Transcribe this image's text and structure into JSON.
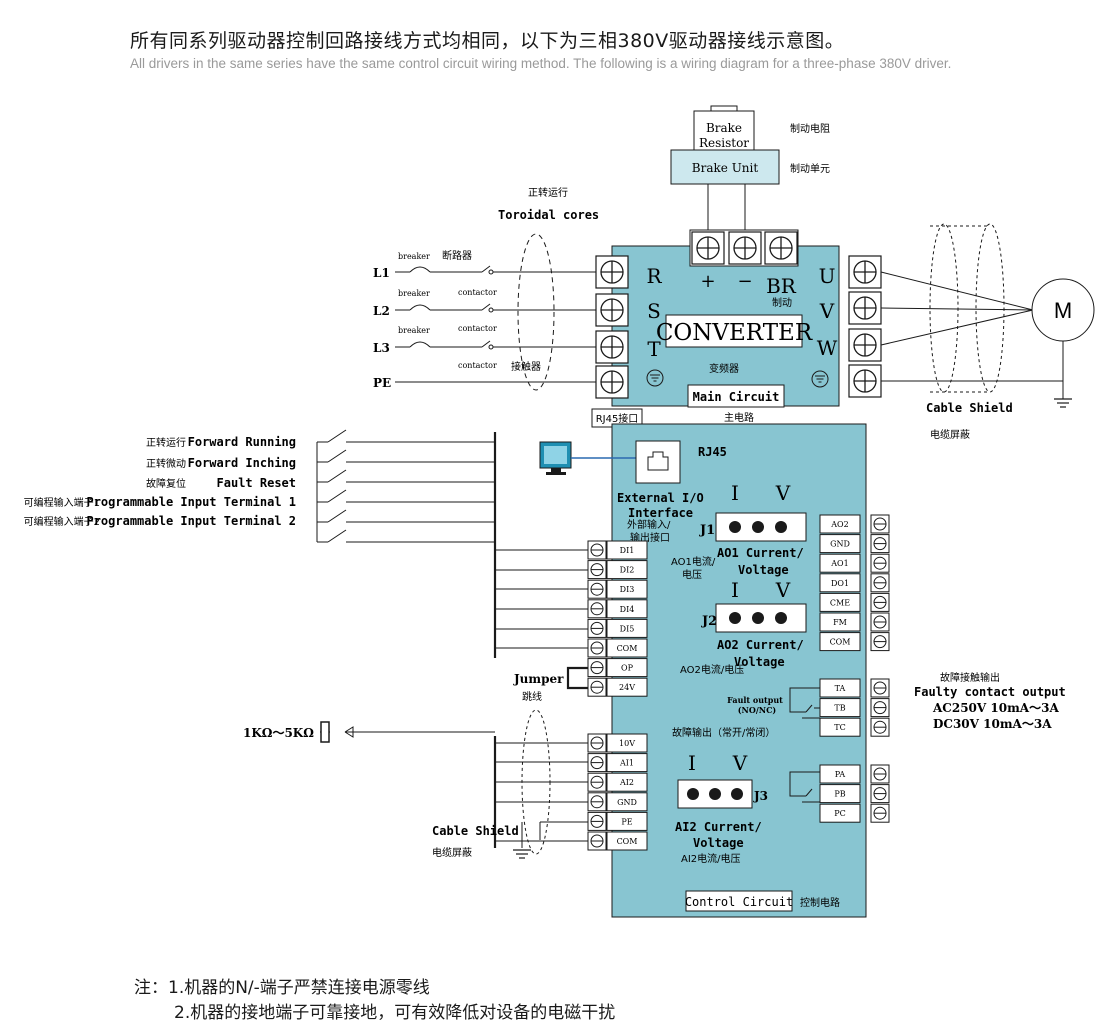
{
  "header": {
    "title_cn": "所有同系列驱动器控制回路接线方式均相同，以下为三相380V驱动器接线示意图。",
    "title_en": "All drivers in the same series have the same control circuit wiring method. The following is a wiring diagram for a three-phase 380V driver."
  },
  "brake": {
    "resistor_l1": "Brake",
    "resistor_l2": "Resistor",
    "resistor_cn": "制动电阻",
    "unit": "Brake Unit",
    "unit_cn": "制动单元"
  },
  "main": {
    "forward_cn": "正转运行",
    "toroidal": "Toroidal cores",
    "breaker_cn": "断路器",
    "breaker": "breaker",
    "contactor": "contactor",
    "contactor_cn": "接触器",
    "lines": [
      "L1",
      "L2",
      "L3",
      "PE"
    ],
    "rst": [
      "R",
      "S",
      "T"
    ],
    "plus": "+",
    "minus": "−",
    "br": "BR",
    "br_cn": "制动",
    "converter": "CONVERTER",
    "converter_cn": "变频器",
    "main_circuit": "Main Circuit",
    "main_circuit_cn": "主电路",
    "uvw": [
      "U",
      "V",
      "W"
    ],
    "motor": "M",
    "cable_shield": "Cable Shield",
    "cable_shield_cn": "电缆屏蔽",
    "rj45_port": "RJ45接口"
  },
  "inputs": {
    "items": [
      {
        "cn": "正转运行",
        "en": "Forward Running"
      },
      {
        "cn": "正转微动",
        "en": "Forward Inching"
      },
      {
        "cn": "故障复位",
        "en": "Fault Reset"
      },
      {
        "cn": "可编程输入端子1",
        "en": "Programmable Input Terminal 1"
      },
      {
        "cn": "可编程输入端子2",
        "en": "Programmable Input Terminal 2"
      }
    ],
    "jumper": "Jumper",
    "jumper_cn": "跳线",
    "pot": "1KΩ～5KΩ",
    "cable_shield": "Cable Shield",
    "cable_shield_cn": "电缆屏蔽"
  },
  "control": {
    "rj45": "RJ45",
    "ext_io_l1": "External I/O",
    "ext_io_l2": "Interface",
    "ext_io_cn_l1": "外部输入/",
    "ext_io_cn_l2": "输出接口",
    "I": "I",
    "V": "V",
    "j1": "J1",
    "j2": "J2",
    "j3": "J3",
    "ao1_l1": "AO1 Current/",
    "ao1_l2": "Voltage",
    "ao1_cn_l1": "AO1电流/",
    "ao1_cn_l2": "电压",
    "ao2_l1": "AO2 Current/",
    "ao2_l2": "Voltage",
    "ao2_cn": "AO2电流/电压",
    "fault_out_l1": "Fault output",
    "fault_out_l2": "(NO/NC)",
    "fault_out_cn": "故障输出（常开/常闭）",
    "ai2_l1": "AI2 Current/",
    "ai2_l2": "Voltage",
    "ai2_cn": "AI2电流/电压",
    "control_circuit": "Control Circuit",
    "control_circuit_cn": "控制电路",
    "left_terms_1": [
      "DI1",
      "DI2",
      "DI3",
      "DI4",
      "DI5",
      "COM",
      "OP",
      "24V"
    ],
    "left_terms_2": [
      "10V",
      "AI1",
      "AI2",
      "GND",
      "PE",
      "COM"
    ],
    "right_terms_1": [
      "AO2",
      "GND",
      "AO1",
      "DO1",
      "CME",
      "FM",
      "COM"
    ],
    "right_terms_2": [
      "TA",
      "TB",
      "TC"
    ],
    "right_terms_3": [
      "PA",
      "PB",
      "PC"
    ]
  },
  "fault_contact": {
    "cn": "故障接触输出",
    "en": "Faulty contact output",
    "ac": "AC250V  10mA～3A",
    "dc": "DC30V  10mA～3A"
  },
  "notes": {
    "line1": "注：1.机器的N/-端子严禁连接电源零线",
    "line2": "2.机器的接地端子可靠接地，可有效降低对设备的电磁干扰"
  },
  "colors": {
    "panel": "#88c5d1",
    "brake_unit": "#cde8ee",
    "line": "#1a1a1a",
    "link": "#2a6ab0"
  }
}
